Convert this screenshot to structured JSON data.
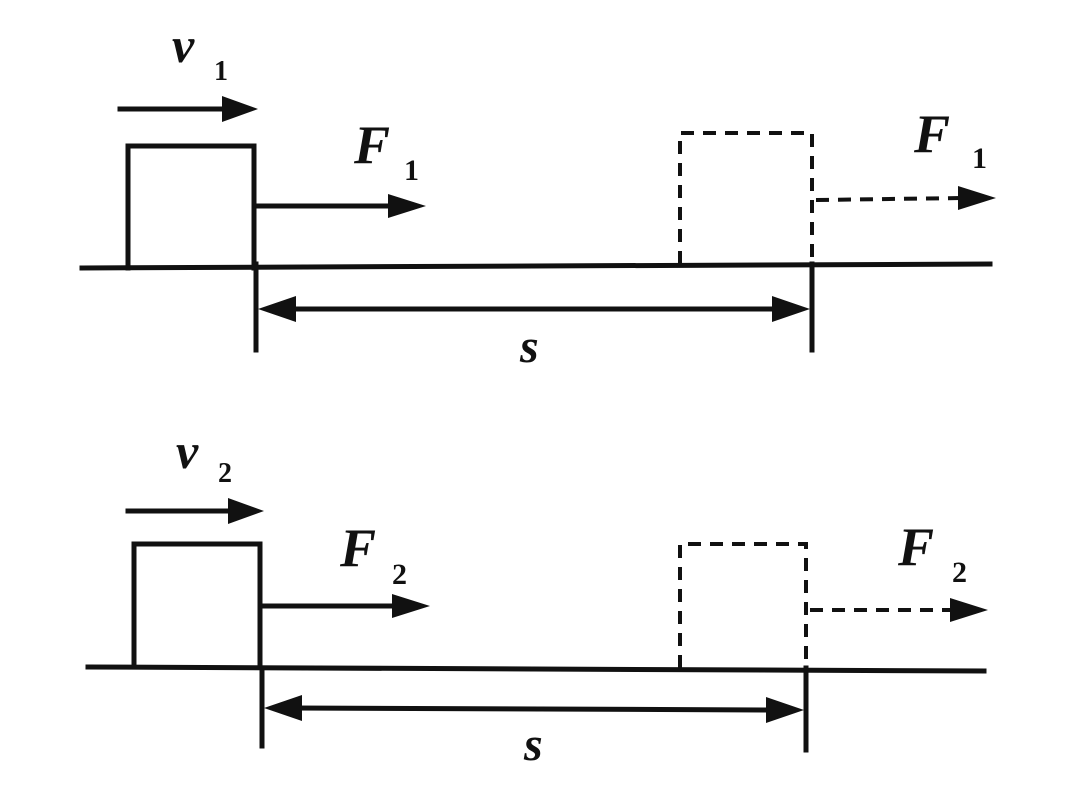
{
  "panels": [
    {
      "velocity_symbol": "v",
      "velocity_subscript": "1",
      "force_symbol": "F",
      "force_subscript": "1",
      "distance_label": "s"
    },
    {
      "velocity_symbol": "v",
      "velocity_subscript": "2",
      "force_symbol": "F",
      "force_subscript": "2",
      "distance_label": "s"
    }
  ],
  "colors": {
    "ink": "#111111",
    "background": "#ffffff"
  }
}
